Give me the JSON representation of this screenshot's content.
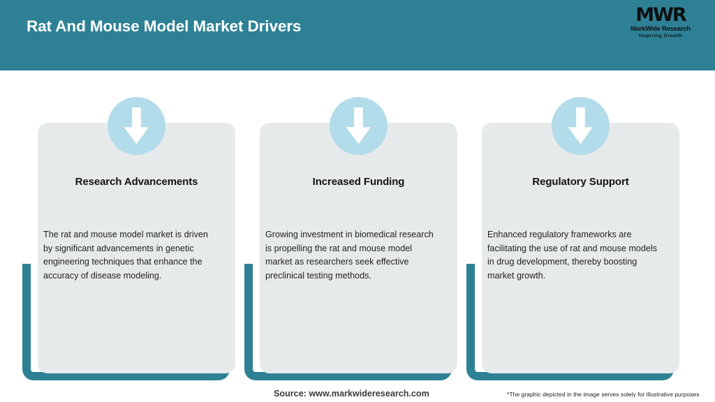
{
  "header": {
    "title": "Rat And Mouse Model Market Drivers",
    "background_color": "#2e8195",
    "title_color": "#ffffff"
  },
  "logo": {
    "mark": "MWR",
    "name": "MarkWide Research",
    "tagline": "Inspiring Growth"
  },
  "theme": {
    "accent_teal": "#2e8195",
    "card_background": "#e7eaeb",
    "badge_circle": "#b3dcea",
    "arrow_color": "#ffffff",
    "page_background": "#ffffff"
  },
  "cards": [
    {
      "icon": "arrow-down-icon",
      "title": "Research Advancements",
      "body": "The rat and mouse model market is driven by significant advancements in genetic engineering techniques that enhance the accuracy of disease modeling."
    },
    {
      "icon": "arrow-down-icon",
      "title": "Increased Funding",
      "body": "Growing investment in biomedical research is propelling the rat and mouse model market as researchers seek effective preclinical testing methods."
    },
    {
      "icon": "arrow-down-icon",
      "title": "Regulatory Support",
      "body": "Enhanced regulatory frameworks are facilitating the use of rat and mouse models in drug development, thereby boosting market growth."
    }
  ],
  "footer": {
    "source": "Source: www.markwideresearch.com",
    "disclaimer": "*The graphic depicted in the image serves solely for illustrative purposes"
  }
}
